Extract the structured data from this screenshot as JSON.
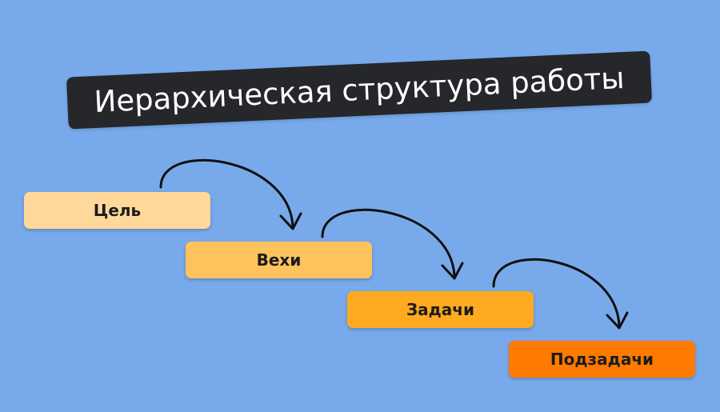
{
  "title": "Иерархическая структура работы",
  "colors": {
    "background": "#78aaeb",
    "banner": "#25272b",
    "arrow": "#111111"
  },
  "steps": [
    {
      "label": "Цель",
      "color": "#ffd89a"
    },
    {
      "label": "Вехи",
      "color": "#ffc35e"
    },
    {
      "label": "Задачи",
      "color": "#ffaa20"
    },
    {
      "label": "Подзадачи",
      "color": "#ff7a00"
    }
  ]
}
